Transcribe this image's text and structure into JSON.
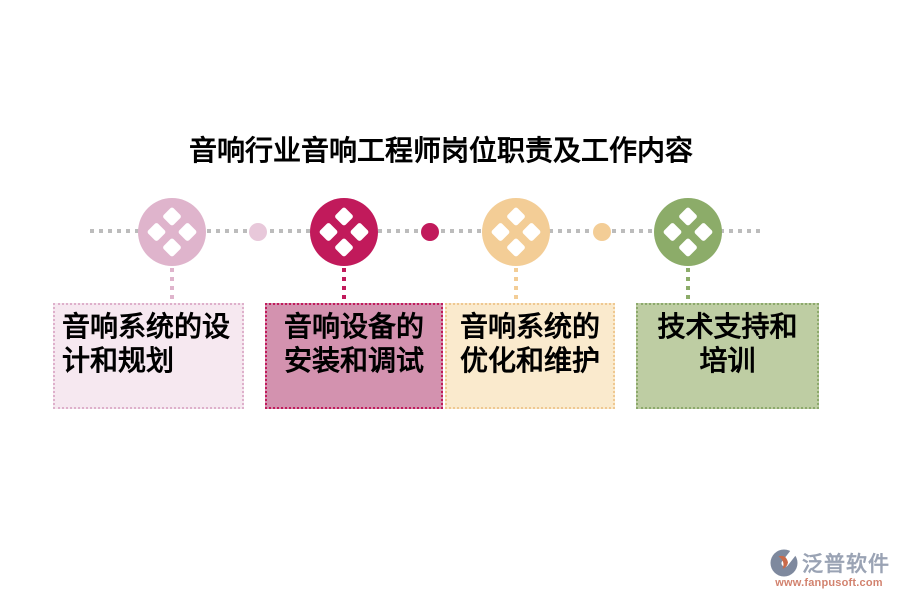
{
  "title": "音响行业音响工程师岗位职责及工作内容",
  "timeline": {
    "line_color": "#BCBCBC",
    "node_icon": "diamond-quad-icon",
    "nodes": [
      {
        "label": "音响系统的设\n计和规划",
        "color": "#DFB4CC",
        "box_bg": "#F6E8F0",
        "box_border": "#DEB0CB"
      },
      {
        "label": "音响设备的\n安装和调试",
        "color": "#C11A5B",
        "box_bg": "#D392AF",
        "box_border": "#C11A5B"
      },
      {
        "label": "音响系统的\n优化和维护",
        "color": "#F3CD96",
        "box_bg": "#FAEACD",
        "box_border": "#EFC891"
      },
      {
        "label": "技术支持和\n培训",
        "color": "#8CAC69",
        "box_bg": "#BECDA3",
        "box_border": "#8CA96B"
      }
    ],
    "between_dots": [
      {
        "color": "#E8C8DA"
      },
      {
        "color": "#C11A5B"
      },
      {
        "color": "#F3CD96"
      }
    ]
  },
  "watermark": {
    "brand": "泛普软件",
    "url": "www.fanpusoft.com",
    "brand_color": "#9AA3B4",
    "url_color": "#D2826E",
    "logo_base_color": "#7E899E",
    "logo_accent_color": "#C96A4A"
  }
}
